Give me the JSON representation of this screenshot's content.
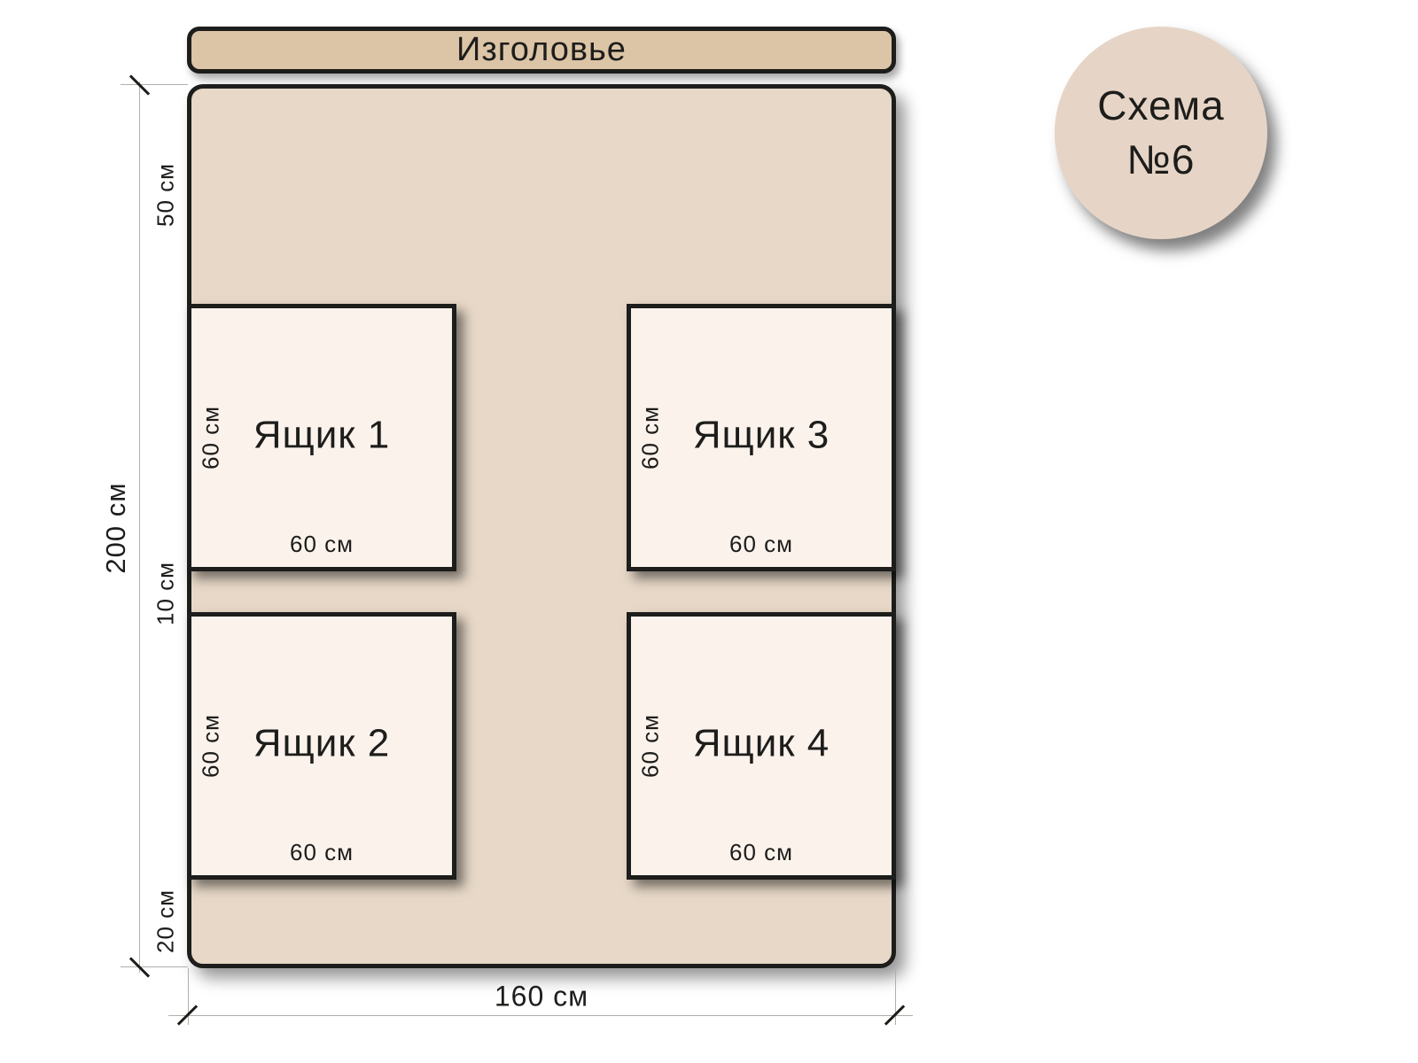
{
  "badge": {
    "line1": "Схема",
    "line2": "№6"
  },
  "headboard": {
    "label": "Изголовье"
  },
  "drawers": [
    {
      "name": "Ящик 1",
      "height_label": "60 см",
      "width_label": "60 см"
    },
    {
      "name": "Ящик 2",
      "height_label": "60 см",
      "width_label": "60 см"
    },
    {
      "name": "Ящик 3",
      "height_label": "60 см",
      "width_label": "60 см"
    },
    {
      "name": "Ящик 4",
      "height_label": "60 см",
      "width_label": "60 см"
    }
  ],
  "dimensions": {
    "total_height": "200 см",
    "total_width": "160 см",
    "segment_top": "50 см",
    "segment_gap": "10 см",
    "segment_bottom": "20 см"
  },
  "colors": {
    "headboard_fill": "#dcc5a6",
    "bed_fill": "#e7d8c7",
    "drawer_fill": "#fbf2ec",
    "badge_fill": "#e6d5c6",
    "outline": "#1d1d1b",
    "dimension_line": "#b3afa9",
    "background": "#ffffff"
  }
}
